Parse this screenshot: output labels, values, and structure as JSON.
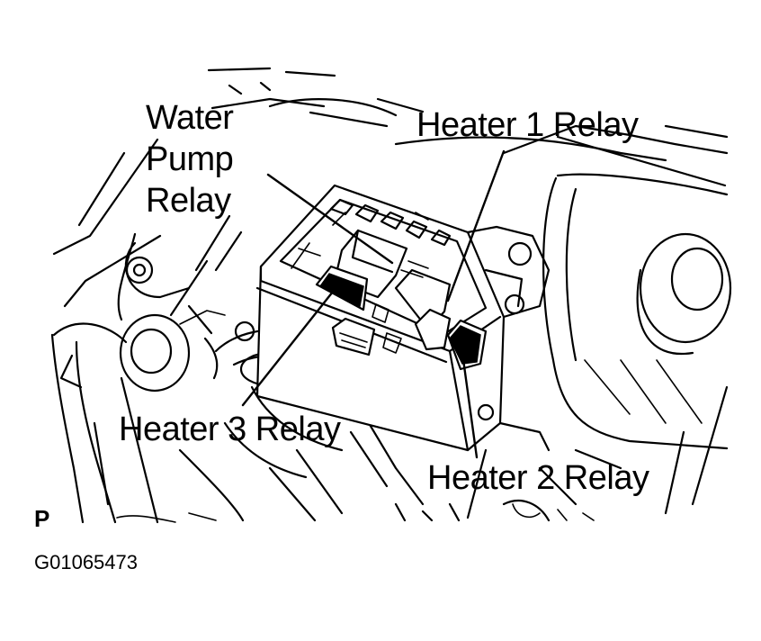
{
  "labels": {
    "water_pump_relay": [
      "Water",
      "Pump",
      "Relay"
    ],
    "heater_1_relay": "Heater 1 Relay",
    "heater_2_relay": "Heater 2 Relay",
    "heater_3_relay": "Heater 3 Relay"
  },
  "view_marker": "P",
  "figure_code": "G01065473"
}
